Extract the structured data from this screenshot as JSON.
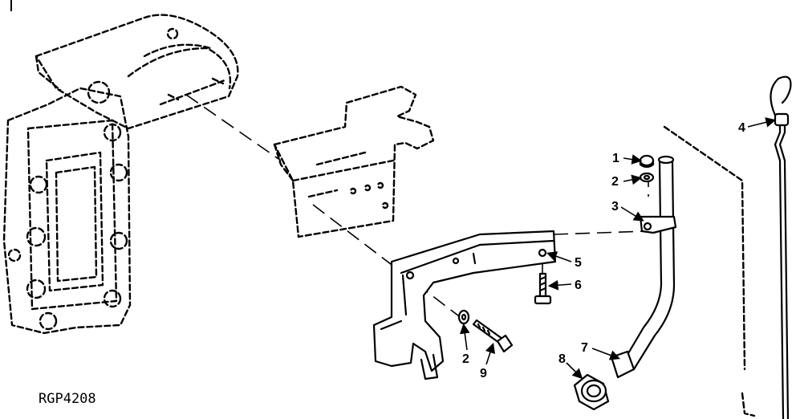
{
  "figure_id": "RGP4208",
  "callouts": {
    "c1": "1",
    "c2a": "2",
    "c2b": "2",
    "c3": "3",
    "c4": "4",
    "c5": "5",
    "c6": "6",
    "c7": "7",
    "c8": "8",
    "c9": "9"
  }
}
